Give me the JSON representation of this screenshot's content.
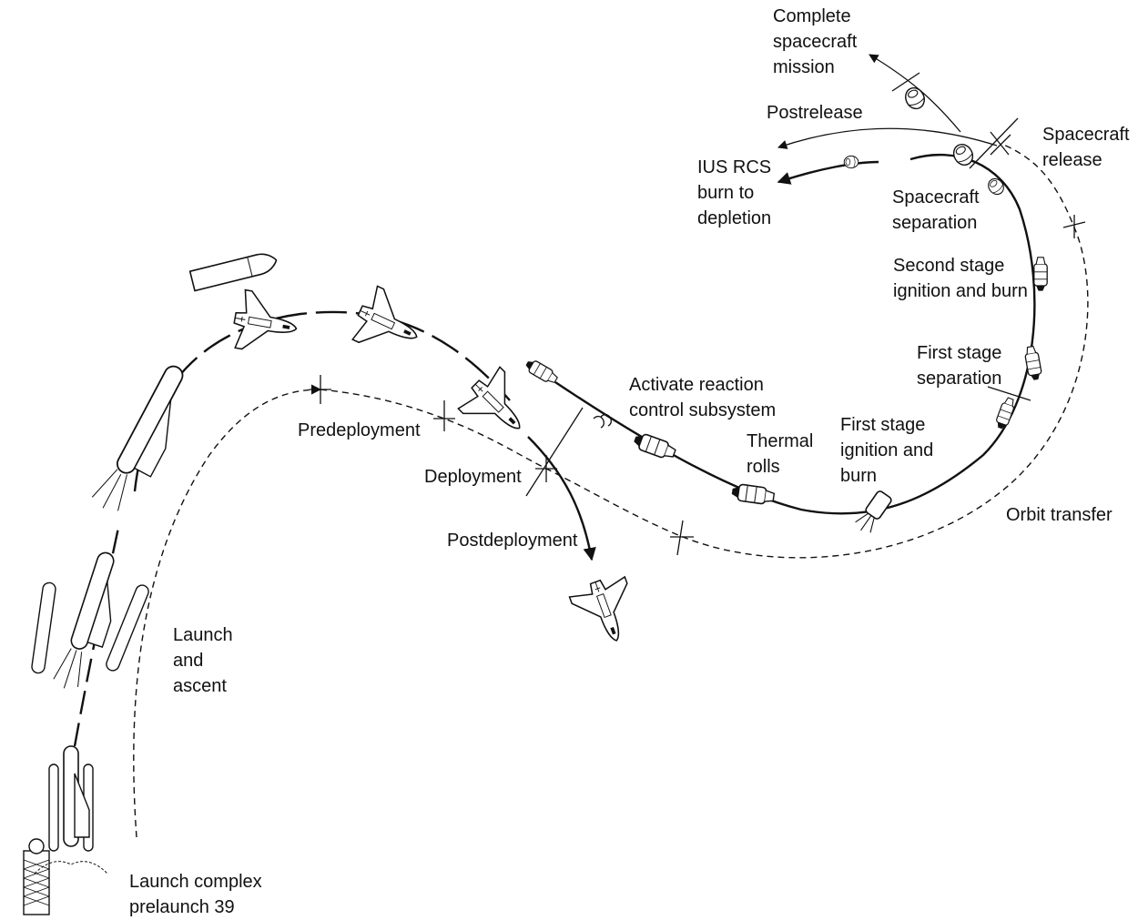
{
  "labels": {
    "complete_mission": "Complete\nspacecraft\nmission",
    "postrelease": "Postrelease",
    "spacecraft_release": "Spacecraft\nrelease",
    "ius_rcs_burn": "IUS RCS\nburn to\ndepletion",
    "spacecraft_separation": "Spacecraft\nseparation",
    "second_stage_ignition": "Second stage\nignition and burn",
    "first_stage_separation": "First stage\nseparation",
    "activate_rcs": "Activate reaction\ncontrol subsystem",
    "thermal_rolls": "Thermal\nrolls",
    "first_stage_ignition": "First stage\nignition and\nburn",
    "orbit_transfer": "Orbit transfer",
    "predeployment": "Predeployment",
    "deployment": "Deployment",
    "postdeployment": "Postdeployment",
    "launch_ascent": "Launch\nand\nascent",
    "launch_complex": "Launch complex\nprelaunch 39"
  }
}
